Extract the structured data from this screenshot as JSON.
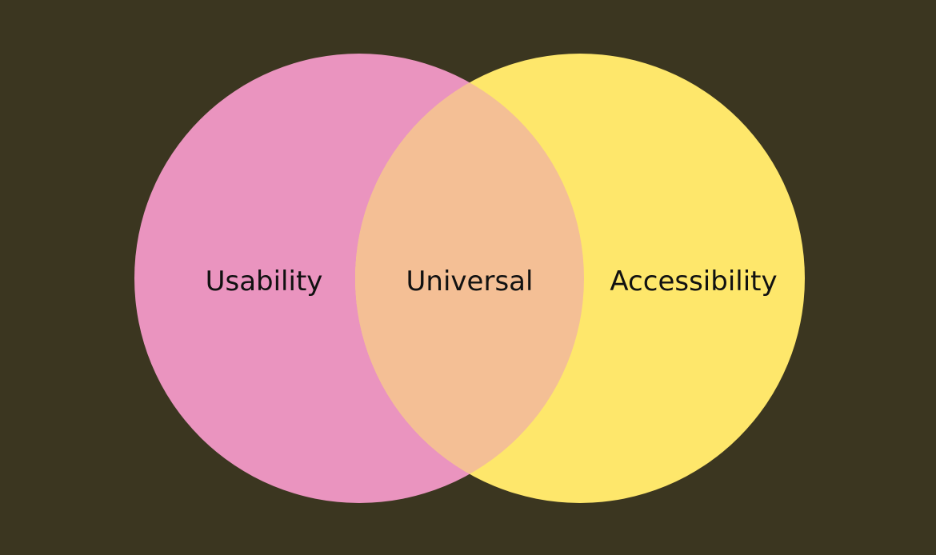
{
  "diagram": {
    "type": "venn",
    "sets": [
      {
        "label": "Usability",
        "color": "#ea94bf"
      },
      {
        "label": "Accessibility",
        "color": "#fee76b"
      }
    ],
    "intersection": {
      "label": "Universal",
      "color": "#f4bf95"
    },
    "background": "#3b3620"
  }
}
